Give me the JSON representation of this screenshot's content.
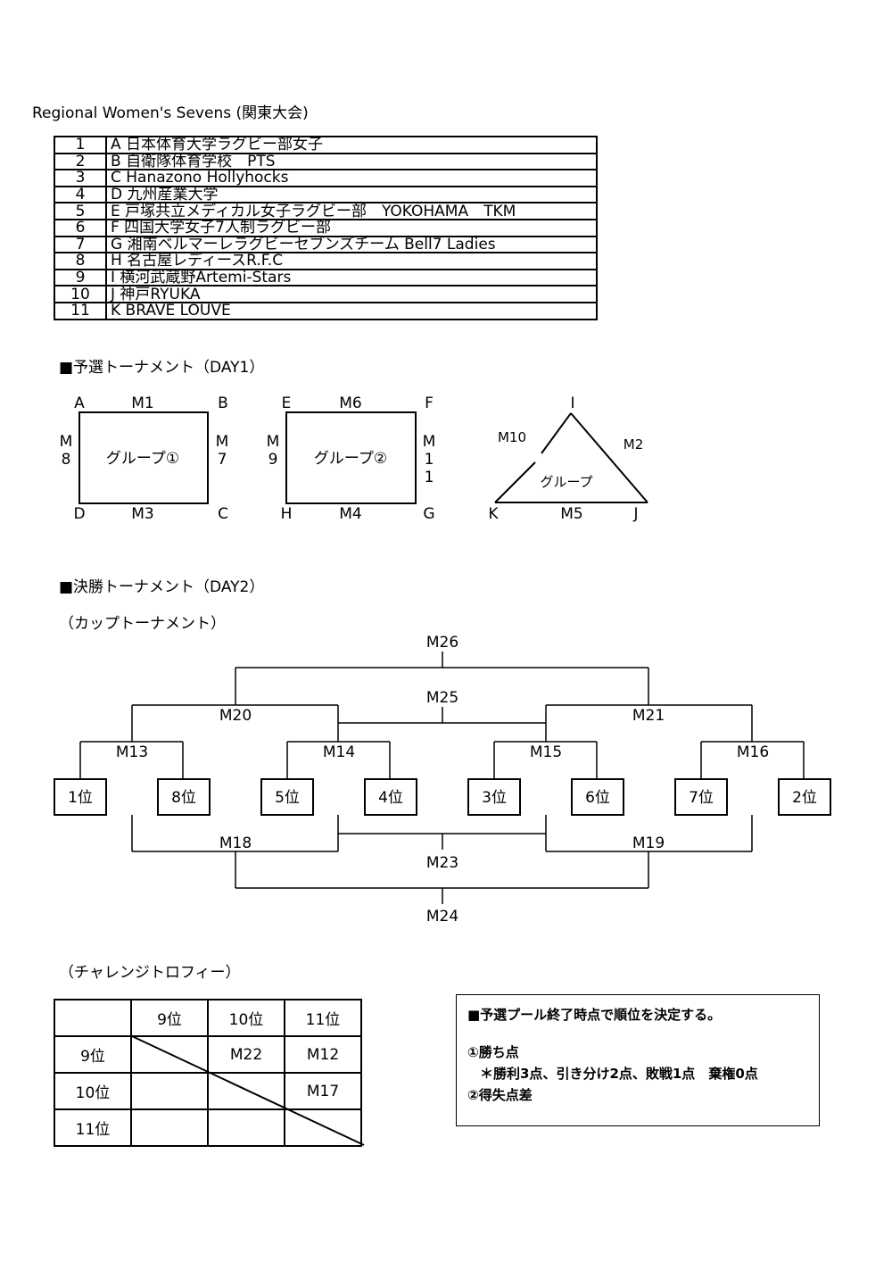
{
  "title": "Regional Women's Sevens (関東大会)",
  "teams": [
    {
      "no": "1",
      "name": "A  日本体育大学ラグビー部女子"
    },
    {
      "no": "2",
      "name": "B  自衛隊体育学校　PTS"
    },
    {
      "no": "3",
      "name": "C  Hanazono Hollyhocks"
    },
    {
      "no": "4",
      "name": "D  九州産業大学"
    },
    {
      "no": "5",
      "name": "E  戸塚共立メディカル女子ラグビー部　YOKOHAMA　TKM"
    },
    {
      "no": "6",
      "name": "F  四国大学女子7人制ラグビー部"
    },
    {
      "no": "7",
      "name": "G  湘南ベルマーレラグビーセブンズチーム Bell7 Ladies"
    },
    {
      "no": "8",
      "name": "H  名古屋レディースR.F.C"
    },
    {
      "no": "9",
      "name": "I   横河武蔵野Artemi-Stars"
    },
    {
      "no": "10",
      "name": "J  神戸RYUKA"
    },
    {
      "no": "11",
      "name": "K  BRAVE LOUVE"
    }
  ],
  "day1": {
    "heading": "■予選トーナメント（DAY1）",
    "group1": {
      "label": "グループ①",
      "A": "A",
      "B": "B",
      "C": "C",
      "D": "D",
      "top": "M1",
      "bottom": "M3",
      "left": "M8",
      "right": "M7"
    },
    "group2": {
      "label": "グループ②",
      "E": "E",
      "F": "F",
      "G": "G",
      "H": "H",
      "top": "M6",
      "bottom": "M4",
      "left": "M9",
      "right": "M11"
    },
    "group3": {
      "label": "グループ",
      "I": "I",
      "J": "J",
      "K": "K",
      "left": "M10",
      "right": "M2",
      "bottom": "M5"
    }
  },
  "day2": {
    "heading": "■決勝トーナメント（DAY2）",
    "cup_heading": "（カップトーナメント）",
    "matches": {
      "m26": "M26",
      "m25": "M25",
      "m20": "M20",
      "m21": "M21",
      "m13": "M13",
      "m14": "M14",
      "m15": "M15",
      "m16": "M16",
      "m18": "M18",
      "m19": "M19",
      "m23": "M23",
      "m24": "M24"
    },
    "seeds": [
      "1位",
      "8位",
      "5位",
      "4位",
      "3位",
      "6位",
      "7位",
      "2位"
    ]
  },
  "challenge": {
    "heading": "（チャレンジトロフィー）",
    "cols": [
      "9位",
      "10位",
      "11位"
    ],
    "rows": [
      {
        "label": "9位",
        "cells": [
          "",
          "M22",
          "M12"
        ]
      },
      {
        "label": "10位",
        "cells": [
          "",
          "",
          "M17"
        ]
      },
      {
        "label": "11位",
        "cells": [
          "",
          "",
          ""
        ]
      }
    ]
  },
  "rules": {
    "line1": "■予選プール終了時点で順位を決定する。",
    "line2": "①勝ち点",
    "line3": "＊勝利3点、引き分け2点、敗戦1点　棄権0点",
    "line4": "②得失点差"
  }
}
